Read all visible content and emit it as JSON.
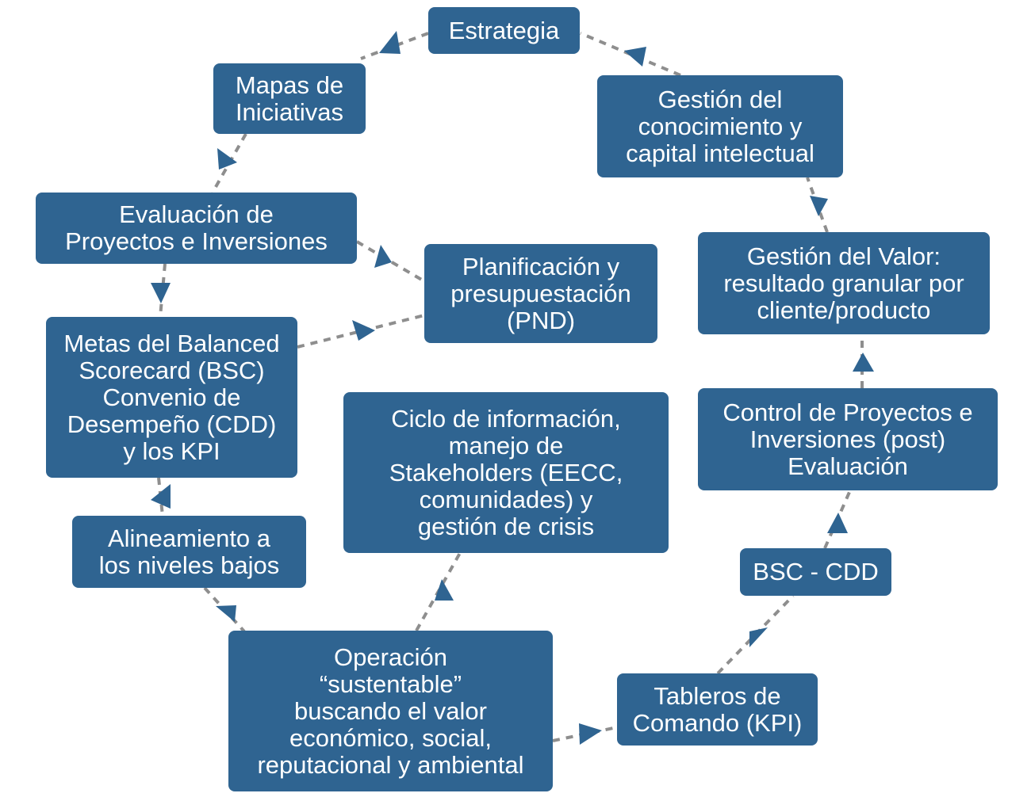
{
  "diagram": {
    "colors": {
      "box": "#2f6491",
      "text": "#ffffff",
      "connector": "#8e8e8e",
      "arrow": "#2f6491"
    },
    "nodes": {
      "estrategia": "Estrategia",
      "gestion_conocimiento": "Gestión del\nconocimiento y\ncapital intelectual",
      "gestion_valor": "Gestión del Valor:\nresultado granular por\ncliente/producto",
      "control_proyectos": "Control de Proyectos e\nInversiones (post)\nEvaluación",
      "bsc_cdd": "BSC - CDD",
      "tableros": "Tableros de\nComando (KPI)",
      "operacion": "Operación\n“sustentable”\nbuscando el valor\neconómico, social,\nreputacional y ambiental",
      "ciclo_informacion": "Ciclo de información,\nmanejo de\nStakeholders (EECC,\ncomunidades) y\ngestión de crisis",
      "alineamiento": "Alineamiento a\nlos niveles bajos",
      "metas_bsc": "Metas del Balanced\nScorecard (BSC)\nConvenio de\nDesempeño (CDD)\ny los KPI",
      "planificacion": "Planificación y\npresupuestación\n(PND)",
      "evaluacion_proyectos": "Evaluación de\nProyectos e Inversiones",
      "mapas_iniciativas": "Mapas de\nIniciativas"
    }
  }
}
